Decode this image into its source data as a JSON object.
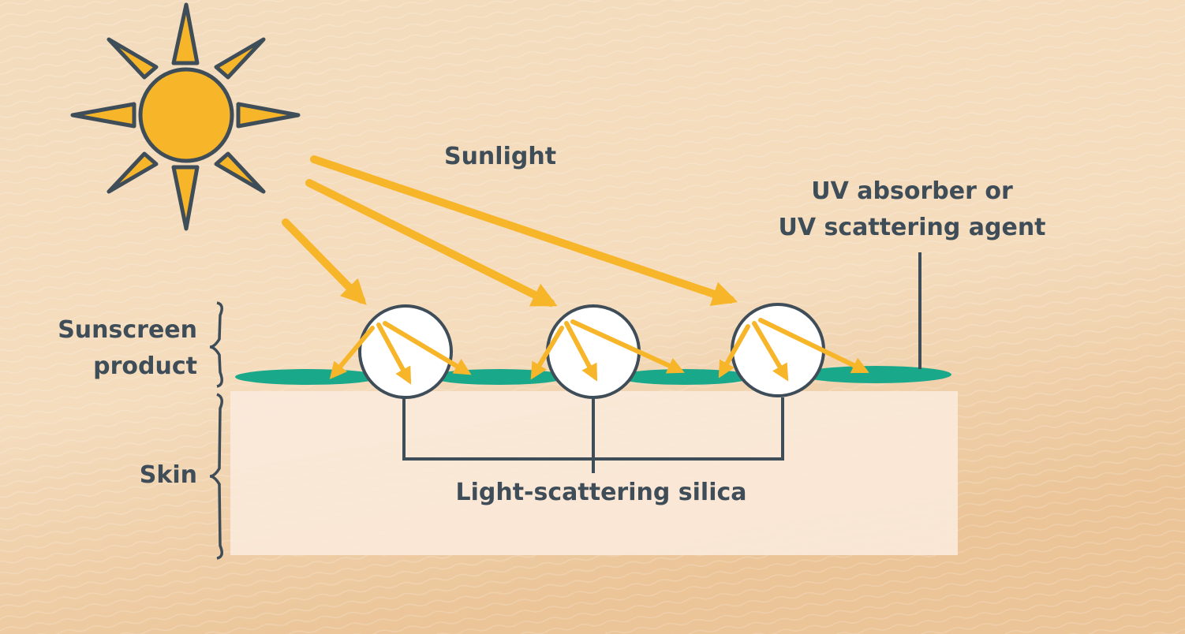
{
  "labels": {
    "sunlight": "Sunlight",
    "uv_agent_line1": "UV absorber or",
    "uv_agent_line2": "UV scattering agent",
    "sunscreen_line1": "Sunscreen",
    "sunscreen_line2": "product",
    "skin": "Skin",
    "silica": "Light-scattering silica"
  },
  "colors": {
    "background_light": "#f6e4cc",
    "background_dark": "#ecc597",
    "sun": "#f7b52a",
    "ray": "#f7b52a",
    "sunscreen_layer": "#1aa88a",
    "skin": "#fbeadb",
    "silica_particle": "#ffffff",
    "outline": "#3f4d58"
  }
}
